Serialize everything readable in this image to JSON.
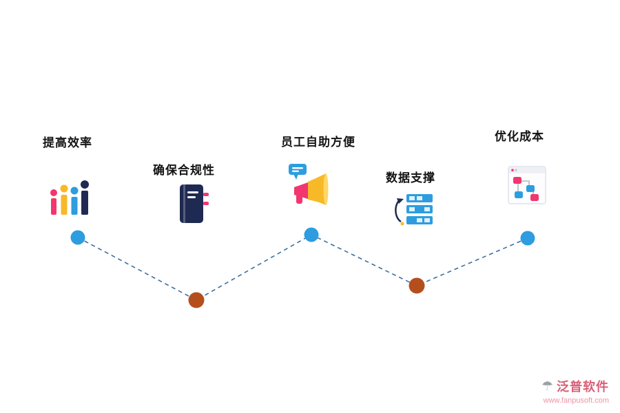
{
  "diagram": {
    "items": [
      {
        "label": "提高效率",
        "icon": "bar-chart-people-icon",
        "node_color": "#2d9de0"
      },
      {
        "label": "确保合规性",
        "icon": "notebook-icon",
        "node_color": "#b44f1d"
      },
      {
        "label": "员工自助方便",
        "icon": "megaphone-icon",
        "node_color": "#2d9de0"
      },
      {
        "label": "数据支撑",
        "icon": "database-sync-icon",
        "node_color": "#b44f1d"
      },
      {
        "label": "优化成本",
        "icon": "flowchart-window-icon",
        "node_color": "#2d9de0"
      }
    ],
    "connector_color": "#3c6e9f",
    "connector_style": "dashed"
  },
  "watermark": {
    "brand": "泛普软件",
    "url": "www.fanpusoft.com",
    "brand_color": "#d95f76"
  }
}
